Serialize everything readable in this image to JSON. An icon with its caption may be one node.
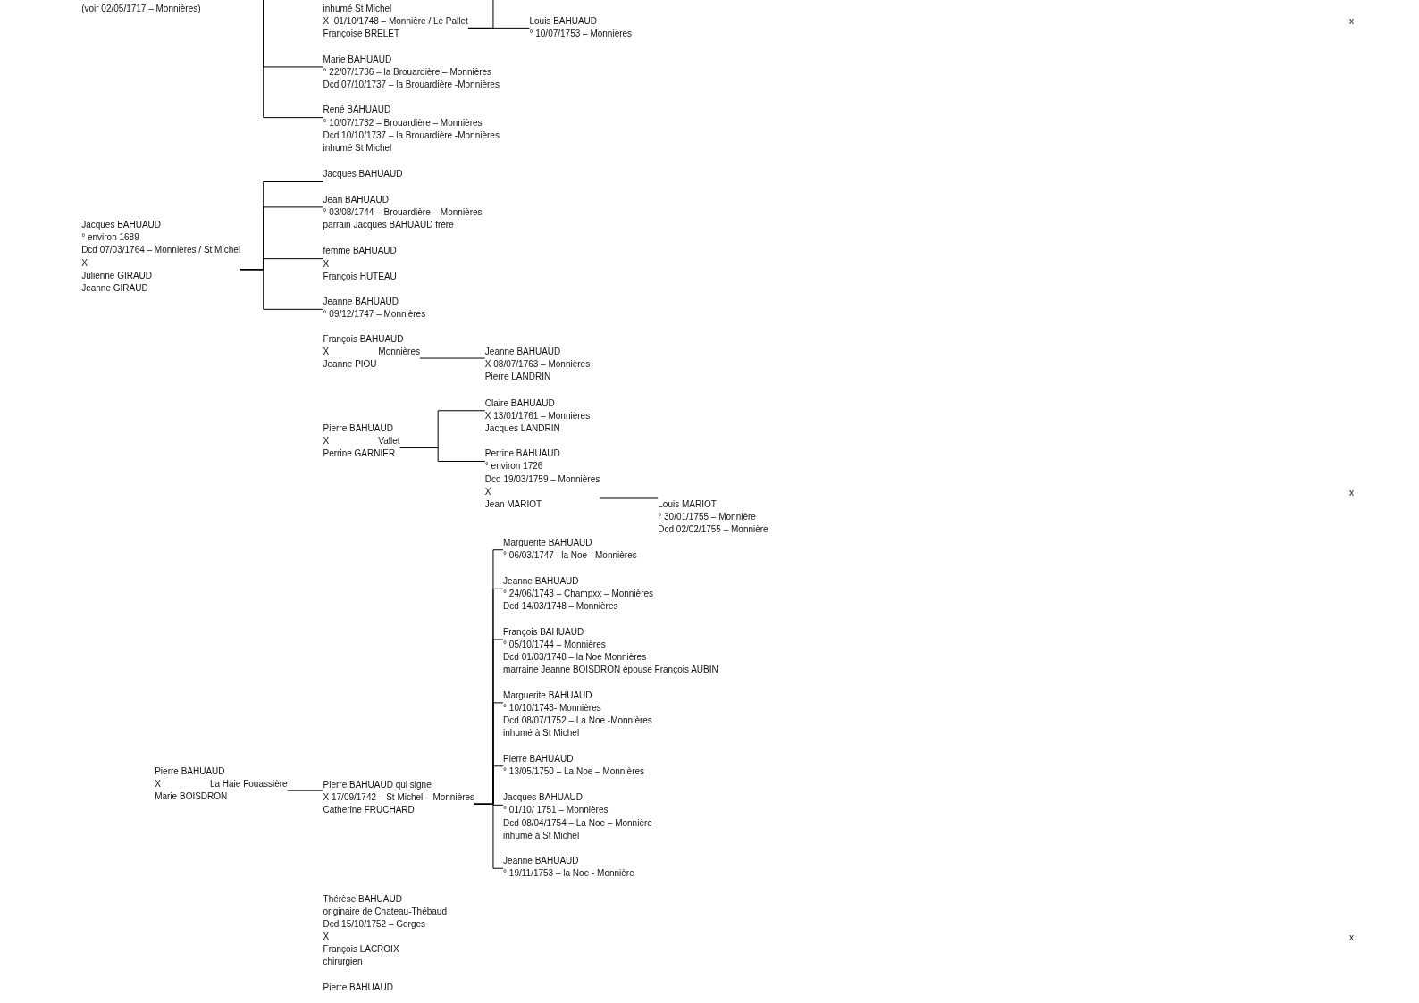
{
  "diagram": {
    "nodes": [
      {
        "text": [
          "inhumé St Michel",
          "X  01/10/1748 – Monnière / Le Pallet",
          "Françoise BRELET"
        ]
      },
      {
        "text": [
          "Louis BAHUAUD",
          "° 10/07/1753 – Monnières"
        ]
      },
      {
        "text": [
          "Marie BAHUAUD",
          "° 22/07/1736 – la Brouardière – Monnières",
          "Dcd 07/10/1737 – la Brouardière -Monnières"
        ]
      },
      {
        "text": [
          "René BAHUAUD",
          "° 10/07/1732 – Brouardière – Monnières",
          "Dcd 10/10/1737 – la Brouardière -Monnières",
          "inhumé St Michel"
        ]
      },
      {
        "text": [
          "Jacques BAHUAUD",
          "° environ 1689",
          "Dcd 07/03/1764 – Monnières / St Michel",
          "X",
          "Julienne GIRAUD",
          "Jeanne GIRAUD"
        ]
      },
      {
        "text": [
          "Jacques BAHUAUD"
        ]
      },
      {
        "text": [
          "Jean BAHUAUD",
          "° 03/08/1744 – Brouardière – Monnières",
          "parrain Jacques BAHUAUD frère"
        ]
      },
      {
        "text": [
          "femme BAHUAUD",
          "X",
          "François HUTEAU"
        ]
      },
      {
        "text": [
          "Jeanne BAHUAUD",
          "° 09/12/1747 – Monnières"
        ]
      },
      {
        "text": [
          "François BAHUAUD",
          "X",
          "Jeanne PIOU"
        ],
        "beside": [
          "Monnières"
        ]
      },
      {
        "text": [
          "Jeanne BAHUAUD",
          "X 08/07/1763 – Monnières",
          "Pierre LANDRIN"
        ]
      },
      {
        "text": [
          "Pierre BAHUAUD",
          "X",
          "Perrine GARNIER"
        ],
        "beside": [
          "Vallet"
        ]
      },
      {
        "text": [
          "Claire BAHUAUD",
          "X 13/01/1761 – Monnières",
          "Jacques LANDRIN"
        ]
      },
      {
        "text": [
          "Perrine BAHUAUD",
          "° environ 1726",
          "Dcd 19/03/1759 – Monnières",
          "X",
          "Jean MARIOT"
        ]
      },
      {
        "text": [
          "Louis MARIOT",
          "° 30/01/1755 – Monnière",
          "Dcd 02/02/1755 – Monnière"
        ]
      },
      {
        "text": [
          "Pierre BAHUAUD",
          "X",
          "Marie BOISDRON"
        ],
        "beside": [
          "La Haie Fouassière"
        ]
      },
      {
        "text": [
          "Pierre BAHUAUD qui signe",
          "X 17/09/1742 – St Michel – Monnières",
          "Catherine FRUCHARD"
        ]
      },
      {
        "text": [
          "Marguerite BAHUAUD",
          "° 06/03/1747 –la Noe - Monnières"
        ]
      },
      {
        "text": [
          "Jeanne BAHUAUD",
          "° 24/06/1743 – Champxx – Monnières",
          "Dcd 14/03/1748 – Monnières"
        ]
      },
      {
        "text": [
          "François BAHUAUD",
          "° 05/10/1744 – Monnières",
          "Dcd 01/03/1748 – la Noe Monnières",
          "marraine Jeanne BOISDRON épouse François AUBIN"
        ]
      },
      {
        "text": [
          "Marguerite BAHUAUD",
          "° 10/10/1748- Monnières",
          "Dcd 08/07/1752 – La Noe -Monnières",
          "inhumé à St Michel"
        ]
      },
      {
        "text": [
          "Pierre BAHUAUD",
          "° 13/05/1750 – La Noe – Monnières"
        ]
      },
      {
        "text": [
          "Jacques BAHUAUD",
          "° 01/10/ 1751 – Monnières",
          "Dcd 08/04/1754 – La Noe – Monnière",
          "inhumé à St Michel"
        ]
      },
      {
        "text": [
          "Jeanne BAHUAUD",
          "° 19/11/1753 – la Noe - Monnière"
        ]
      }
    ],
    "edges": [
      {
        "from": null,
        "to": 2,
        "arrow": "none"
      },
      {
        "from": null,
        "to": 3,
        "arrow": "none"
      },
      {
        "from": 0,
        "to": 1,
        "arrow": "none"
      },
      {
        "from": 0,
        "to": null,
        "arrow": "none"
      },
      {
        "from": 4,
        "to": 5,
        "arrow": "none"
      },
      {
        "from": 4,
        "to": 6,
        "arrow": "none"
      },
      {
        "from": 4,
        "to": 7,
        "arrow": "none"
      },
      {
        "from": 4,
        "to": 8,
        "arrow": "none"
      },
      {
        "from": 9,
        "to": 10,
        "arrow": "none"
      },
      {
        "from": 11,
        "to": 12,
        "arrow": "none"
      },
      {
        "from": 11,
        "to": 13,
        "arrow": "none"
      },
      {
        "from": 13,
        "to": 14,
        "arrow": "none"
      },
      {
        "from": 15,
        "to": 16,
        "arrow": "none"
      },
      {
        "from": 16,
        "to": 17,
        "arrow": "none"
      },
      {
        "from": 16,
        "to": 18,
        "arrow": "none"
      },
      {
        "from": 16,
        "to": 19,
        "arrow": "none"
      },
      {
        "from": 16,
        "to": 20,
        "arrow": "none"
      },
      {
        "from": 16,
        "to": 21,
        "arrow": "none"
      },
      {
        "from": 16,
        "to": 22,
        "arrow": "none"
      },
      {
        "from": 16,
        "to": 23,
        "arrow": "none"
      }
    ],
    "labels": [
      "(voir 02/05/1717 – Monnières)",
      "x",
      "x",
      "Thérèse BAHUAUD",
      "originaire de Chateau-Thébaud",
      "Dcd 15/10/1752 – Gorges",
      "X",
      "François LACROIX",
      "chirurgien",
      "x",
      "Pierre BAHUAUD"
    ]
  }
}
